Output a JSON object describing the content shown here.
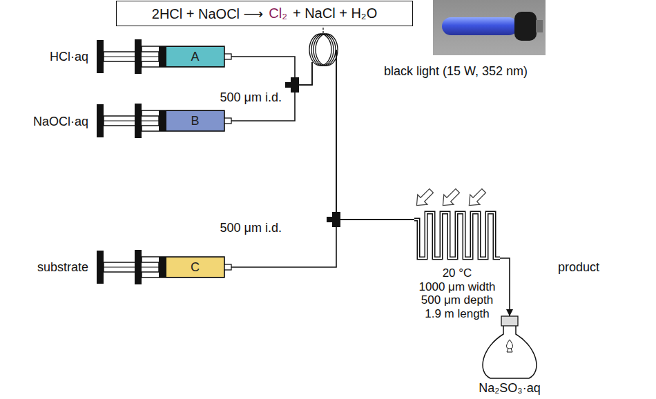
{
  "diagram": {
    "nodes": [
      {
        "text": [
          "2HCl + NaOCl ⟶",
          "Cl₂",
          "+ NaCl + H₂O"
        ]
      },
      {
        "text": [
          "A"
        ]
      },
      {
        "text": [
          "B"
        ]
      },
      {
        "text": [
          "C"
        ]
      },
      {
        "text": [
          "20 °C",
          "1000 μm width",
          "500 μm depth",
          "1.9 m length"
        ]
      },
      {
        "text": [
          "product",
          "Na₂SO₃·aq"
        ]
      }
    ],
    "edges": [
      {
        "from": 1,
        "to": 4,
        "arrow": "none"
      },
      {
        "from": 2,
        "to": 4,
        "arrow": "none"
      },
      {
        "from": 3,
        "to": 4,
        "arrow": "none"
      },
      {
        "from": 4,
        "to": 5,
        "arrow": "to"
      }
    ],
    "labels": [
      "HCl·aq",
      "NaOCl·aq",
      "substrate",
      "500 μm i.d.",
      "500 μm i.d.",
      "black light (15 W, 352 nm)"
    ]
  }
}
